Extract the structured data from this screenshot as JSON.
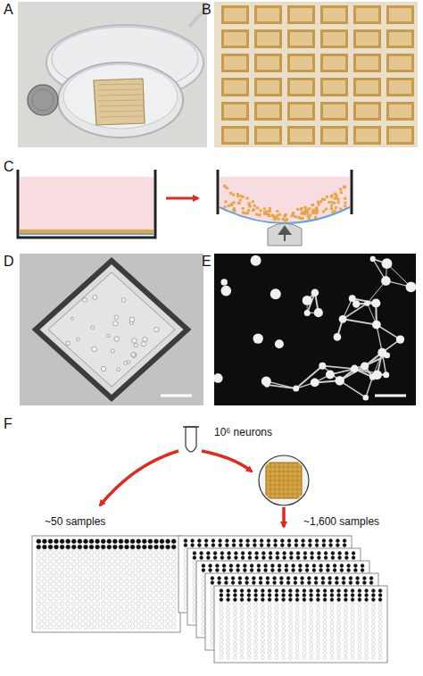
{
  "diagram": {
    "labels": [
      "A",
      "B",
      "C",
      "D",
      "E",
      "F",
      "10⁶ neurons",
      "~50 samples",
      "~1,600 samples"
    ]
  }
}
